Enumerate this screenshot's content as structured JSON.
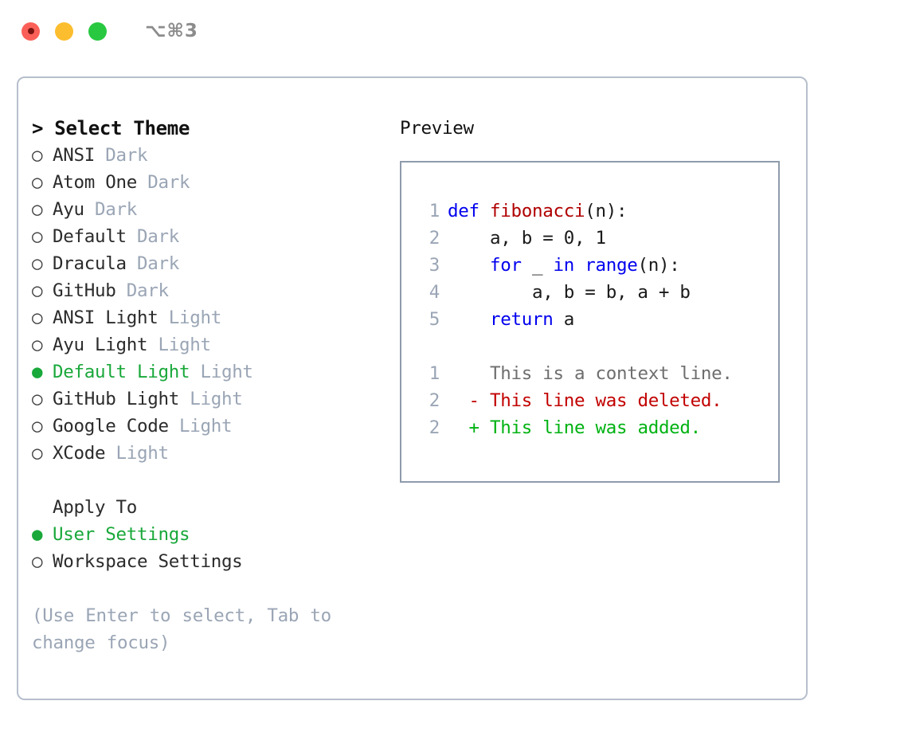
{
  "window": {
    "shortcut": "⌥⌘3",
    "traffic_lights": [
      "close",
      "minimize",
      "zoom"
    ]
  },
  "theme_list": {
    "header": "> Select Theme",
    "selected_bullet": "●",
    "unselected_bullet": "○",
    "items": [
      {
        "name": "ANSI",
        "variant": "Dark",
        "selected": false
      },
      {
        "name": "Atom One",
        "variant": "Dark",
        "selected": false
      },
      {
        "name": "Ayu",
        "variant": "Dark",
        "selected": false
      },
      {
        "name": "Default",
        "variant": "Dark",
        "selected": false
      },
      {
        "name": "Dracula",
        "variant": "Dark",
        "selected": false
      },
      {
        "name": "GitHub",
        "variant": "Dark",
        "selected": false
      },
      {
        "name": "ANSI Light",
        "variant": "Light",
        "selected": false
      },
      {
        "name": "Ayu Light",
        "variant": "Light",
        "selected": false
      },
      {
        "name": "Default Light",
        "variant": "Light",
        "selected": true
      },
      {
        "name": "GitHub Light",
        "variant": "Light",
        "selected": false
      },
      {
        "name": "Google Code",
        "variant": "Light",
        "selected": false
      },
      {
        "name": "XCode",
        "variant": "Light",
        "selected": false
      }
    ]
  },
  "apply_to": {
    "heading": "Apply To",
    "options": [
      {
        "label": "User Settings",
        "selected": true
      },
      {
        "label": "Workspace Settings",
        "selected": false
      }
    ]
  },
  "hint": "(Use Enter to select, Tab to change focus)",
  "preview": {
    "title": "Preview",
    "code_lines": [
      {
        "num": "1",
        "tokens": [
          {
            "text": "def ",
            "kind": "kw"
          },
          {
            "text": "fibonacci",
            "kind": "fn"
          },
          {
            "text": "(n):",
            "kind": "plain"
          }
        ]
      },
      {
        "num": "2",
        "tokens": [
          {
            "text": "    a, b = 0, 1",
            "kind": "plain"
          }
        ]
      },
      {
        "num": "3",
        "tokens": [
          {
            "text": "    ",
            "kind": "plain"
          },
          {
            "text": "for",
            "kind": "kw"
          },
          {
            "text": " _ ",
            "kind": "plain"
          },
          {
            "text": "in range",
            "kind": "kw"
          },
          {
            "text": "(n):",
            "kind": "plain"
          }
        ]
      },
      {
        "num": "4",
        "tokens": [
          {
            "text": "        a, b = b, a + b",
            "kind": "plain"
          }
        ]
      },
      {
        "num": "5",
        "tokens": [
          {
            "text": "    ",
            "kind": "plain"
          },
          {
            "text": "return",
            "kind": "kw"
          },
          {
            "text": " a",
            "kind": "plain"
          }
        ]
      }
    ],
    "diff_lines": [
      {
        "num": "1",
        "marker": "  ",
        "text": "This is a context line.",
        "kind": "ctx"
      },
      {
        "num": "2",
        "marker": "- ",
        "text": "This line was deleted.",
        "kind": "del"
      },
      {
        "num": "2",
        "marker": "+ ",
        "text": "This line was added.",
        "kind": "add"
      }
    ]
  },
  "colors": {
    "accent_green": "#19a83a",
    "diff_add": "#00b212",
    "diff_del": "#c20000",
    "keyword_blue": "#0000ee",
    "function_red": "#b00000",
    "muted": "#9aa5b5",
    "border": "#b6bfcc",
    "preview_border": "#8f9bab"
  }
}
